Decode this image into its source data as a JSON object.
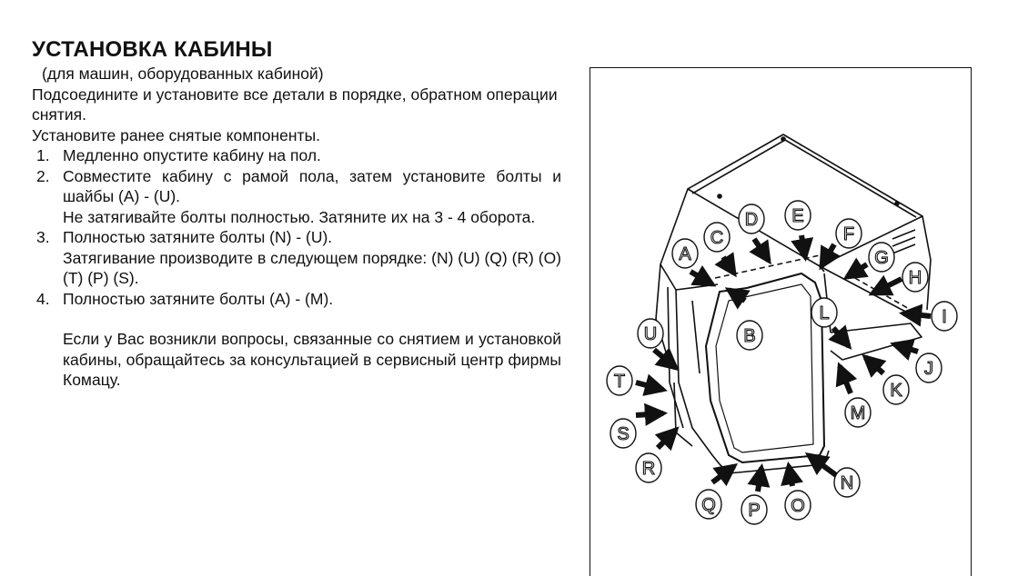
{
  "title": "УСТАНОВКА КАБИНЫ",
  "subtitle": "(для машин, оборудованных кабиной)",
  "intro": "Подсоедините и установите все детали в порядке, обратном операции снятия.",
  "intro2": "Установите ранее снятые компоненты.",
  "steps": [
    {
      "num": "1.",
      "lines": [
        "Медленно опустите кабину на пол."
      ]
    },
    {
      "num": "2.",
      "lines": [
        "Совместите кабину с рамой пола, затем установите болты и шайбы (A) - (U).",
        "Не затягивайте болты полностью. Затяните их на 3 - 4 оборота."
      ]
    },
    {
      "num": "3.",
      "lines": [
        "Полностью затяните болты (N) - (U).",
        "Затягивание производите в следующем порядке: (N) (U) (Q) (R) (O) (T) (P) (S)."
      ]
    },
    {
      "num": "4.",
      "lines": [
        "Полностью затяните болты (A) - (M)."
      ]
    }
  ],
  "note": "Если у Вас возникли вопросы, связанные со снятием и установкой кабины, обращайтесь за консультацией в сервисный центр фирмы Комацу.",
  "figure": {
    "callouts": [
      "A",
      "B",
      "C",
      "D",
      "E",
      "F",
      "G",
      "H",
      "I",
      "J",
      "K",
      "L",
      "M",
      "N",
      "O",
      "P",
      "Q",
      "R",
      "S",
      "T",
      "U"
    ]
  }
}
